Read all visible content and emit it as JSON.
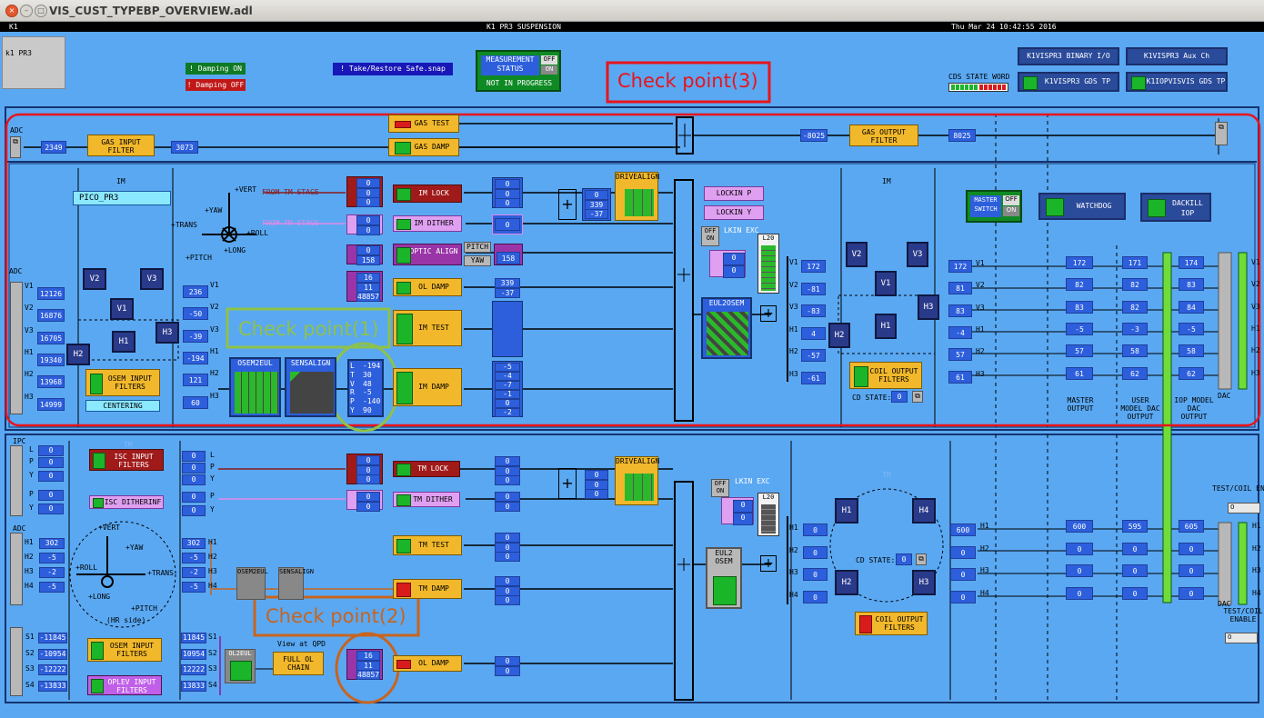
{
  "window": {
    "title": "VIS_CUST_TYPEBP_OVERVIEW.adl"
  },
  "statusbar": {
    "left": "K1",
    "center": "K1 PR3 SUSPENSION",
    "right": "Thu Mar 24 10:42:55 2016"
  },
  "header": {
    "screen_id": "k1 PR3",
    "damping_on": "! Damping ON",
    "damping_off": "! Damping OFF",
    "take_restore": "! Take/Restore Safe.snap",
    "measurement": {
      "label": "MEASUREMENT STATUS",
      "off": "OFF",
      "on": "ON",
      "status": "NOT IN PROGRESS"
    },
    "cds_state_word": "CDS STATE WORD",
    "binary_io": "K1VISPR3 BINARY I/O",
    "aux_ch": "K1VISPR3 Aux Ch",
    "gds_tp": "K1VISPR3 GDS TP",
    "iop_gds_tp": "K1IOPVISVIS GDS TP"
  },
  "annotations": {
    "cp1": "Check point(1)",
    "cp2": "Check point(2)",
    "cp3": "Check point(3)"
  },
  "gas": {
    "adc": "ADC",
    "in_val": "2349",
    "input_filter": "GAS INPUT FILTER",
    "filter_out": "3073",
    "test": "GAS TEST",
    "damp": "GAS DAMP",
    "neg_val": "-8025",
    "output_filter": "GAS OUTPUT FILTER",
    "out_val": "8025"
  },
  "im": {
    "title": "IM",
    "pico": "PICO_PR3",
    "adc": "ADC",
    "adc_labels": [
      "V1",
      "V2",
      "V3",
      "H1",
      "H2",
      "H3"
    ],
    "adc_vals": [
      "12126",
      "16876",
      "16705",
      "19340",
      "13968",
      "14999"
    ],
    "osem_input_filters": "OSEM INPUT FILTERS",
    "centering": "CENTERING",
    "dof_vals": [
      "236",
      "-50",
      "-39",
      "-194",
      "121",
      "60"
    ],
    "osem2eul": "OSEM2EUL",
    "sensalign": "SENSALIGN",
    "dof_letters": [
      "L",
      "T",
      "V",
      "R",
      "P",
      "Y"
    ],
    "dof_vals2": [
      "-194",
      "30",
      "48",
      "-5",
      "-140",
      "90"
    ],
    "from_tm_stage": "FROM TM STAGE",
    "from_tm_stage2": "FROM TM STAGE",
    "lock_vals": [
      "0",
      "0",
      "0"
    ],
    "lock": "IM LOCK",
    "dither_vals": [
      "0",
      "0"
    ],
    "dither": "IM DITHER",
    "optic_vals": [
      "0",
      "158"
    ],
    "optic_align": "OPTIC ALIGN",
    "pitch": "PITCH",
    "yaw": "YAW",
    "optic_out": "158",
    "ol_vals": [
      "16",
      "11",
      "48857"
    ],
    "ol_damp": "OL DAMP",
    "ol_out": [
      "339",
      "-37"
    ],
    "im_test": "IM TEST",
    "im_damp": "IM DAMP",
    "damp_out": [
      "-5",
      "-4",
      "-7",
      "-1",
      "0",
      "-2"
    ],
    "lock_out": [
      "0",
      "0",
      "0"
    ],
    "sum_out": [
      "0",
      "339",
      "-37"
    ],
    "drivealign": "DRIVEALIGN",
    "lockin_p": "LOCKIN P",
    "lockin_y": "LOCKIN Y",
    "lkin_exc": "LKIN EXC",
    "l20": "L20",
    "eul2osem": "EUL2OSEM",
    "osem_labels": [
      "V1",
      "V2",
      "V3",
      "H1",
      "H2",
      "H3"
    ],
    "osem_out": [
      "172",
      "-81",
      "-83",
      "4",
      "-57",
      "-61"
    ],
    "coil_output_filters": "COIL OUTPUT FILTERS",
    "cd_state": "CD STATE:",
    "cd_val": "0",
    "master_switch": "MASTER SWITCH",
    "watchdog": "WATCHDOG",
    "dackill": "DACKILL IOP",
    "master_vals": [
      "172",
      "81",
      "83",
      "-4",
      "57",
      "61"
    ],
    "master_out": [
      "172",
      "82",
      "83",
      "-5",
      "57",
      "61"
    ],
    "user_dac": [
      "171",
      "82",
      "82",
      "-3",
      "58",
      "62"
    ],
    "iop_dac": [
      "174",
      "83",
      "84",
      "-5",
      "58",
      "62"
    ],
    "master_output": "MASTER OUTPUT",
    "user_model": "USER MODEL DAC OUTPUT",
    "iop_model": "IOP MODEL DAC OUTPUT",
    "dac": "DAC"
  },
  "tm": {
    "title": "TM",
    "ipc": "IPC",
    "ipc_letters": [
      "L",
      "P",
      "Y",
      "P",
      "Y"
    ],
    "ipc_vals": [
      "0",
      "0",
      "0",
      "0",
      "0"
    ],
    "isc_input": "ISC INPUT FILTERS",
    "isc_dither": "ISC DITHERINF",
    "isc_vals": [
      "0",
      "0",
      "0",
      "0",
      "0"
    ],
    "adc": "ADC",
    "adc_labels": [
      "H1",
      "H2",
      "H3",
      "H4"
    ],
    "adc_vals": [
      "302",
      "-5",
      "-2",
      "-5"
    ],
    "osem_vals": [
      "302",
      "-5",
      "-2",
      "-5"
    ],
    "osem2eul": "OSEM2EUL",
    "sensalign": "SENSALIGN",
    "lock_vals": [
      "0",
      "0",
      "0"
    ],
    "lock": "TM LOCK",
    "dither_vals": [
      "0",
      "0"
    ],
    "dither": "TM DITHER",
    "tm_test": "TM TEST",
    "tm_damp": "TM DAMP",
    "ol_vals": [
      "16",
      "11",
      "48857"
    ],
    "ol_damp": "OL DAMP",
    "view_qpd": "View at QPD",
    "full_ol": "FULL OL CHAIN",
    "ol2eul": "OL2EUL",
    "osem_input_filters": "OSEM INPUT FILTERS",
    "oplev_input_filters": "OPLEV INPUT FILTERS",
    "s_labels": [
      "S1",
      "S2",
      "S3",
      "S4"
    ],
    "s_vals": [
      "-11845",
      "-10954",
      "-12222",
      "-13833"
    ],
    "s_out": [
      "11845",
      "10954",
      "12222",
      "13833"
    ],
    "lock_out": [
      "0",
      "0",
      "0"
    ],
    "dither_out": [
      "0",
      "0"
    ],
    "test_out": [
      "0",
      "0",
      "0"
    ],
    "damp_out": [
      "0",
      "0",
      "0"
    ],
    "ol_out": [
      "0",
      "0"
    ],
    "drivealign": "DRIVEALIGN",
    "lkin_exc": "LKIN EXC",
    "l20": "L20",
    "eul2osem": "EUL2 OSEM",
    "osem_labels": [
      "H1",
      "H2",
      "H3",
      "H4"
    ],
    "osem_out": [
      "0",
      "0",
      "0",
      "0"
    ],
    "cd_state": "CD STATE:",
    "cd_val": "0",
    "coil_output_filters": "COIL OUTPUT FILTERS",
    "master_vals": [
      "600",
      "0",
      "0",
      "0"
    ],
    "master_out": [
      "600",
      "0",
      "0",
      "0"
    ],
    "user_dac": [
      "595",
      "0",
      "0",
      "0"
    ],
    "iop_dac": [
      "605",
      "0",
      "0",
      "0"
    ],
    "test_coil_en": "TEST/COIL EN",
    "test_coil_enable": "TEST/COIL ENABLE",
    "dac": "DAC"
  },
  "yaw_diagram": {
    "vert": "+VERT",
    "yaw": "+YAW",
    "roll": "+ROLL",
    "trans": "+TRANS",
    "long": "+LONG",
    "pitch": "+PITCH",
    "hr": "(HR side)"
  },
  "colors": {
    "background": "#5aa8f2",
    "value_box": "#2d5fdc",
    "filter": "#f2b82b",
    "annotation_red": "#e8141c",
    "annotation_green": "#8ec24a",
    "annotation_orange": "#c8641e"
  }
}
